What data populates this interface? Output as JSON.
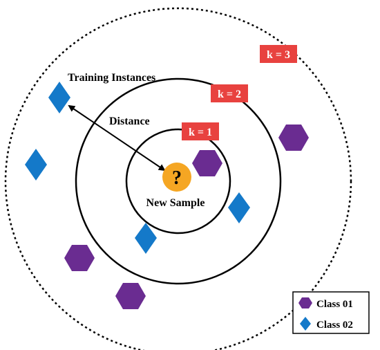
{
  "diagram": {
    "k_labels": [
      "k = 1",
      "k = 2",
      "k = 3"
    ],
    "training_label": "Training Instances",
    "distance_label": "Distance",
    "new_sample_label": "New Sample",
    "query_symbol": "?",
    "legend": [
      {
        "label": "Class 01",
        "icon": "hexagon-icon",
        "color": "#6a2c91"
      },
      {
        "label": "Class 02",
        "icon": "diamond-icon",
        "color": "#1479c9"
      }
    ],
    "colors": {
      "class01": "#6a2c91",
      "class02": "#1479c9",
      "k_badge": "#e8423f",
      "query": "#f5a623"
    }
  }
}
